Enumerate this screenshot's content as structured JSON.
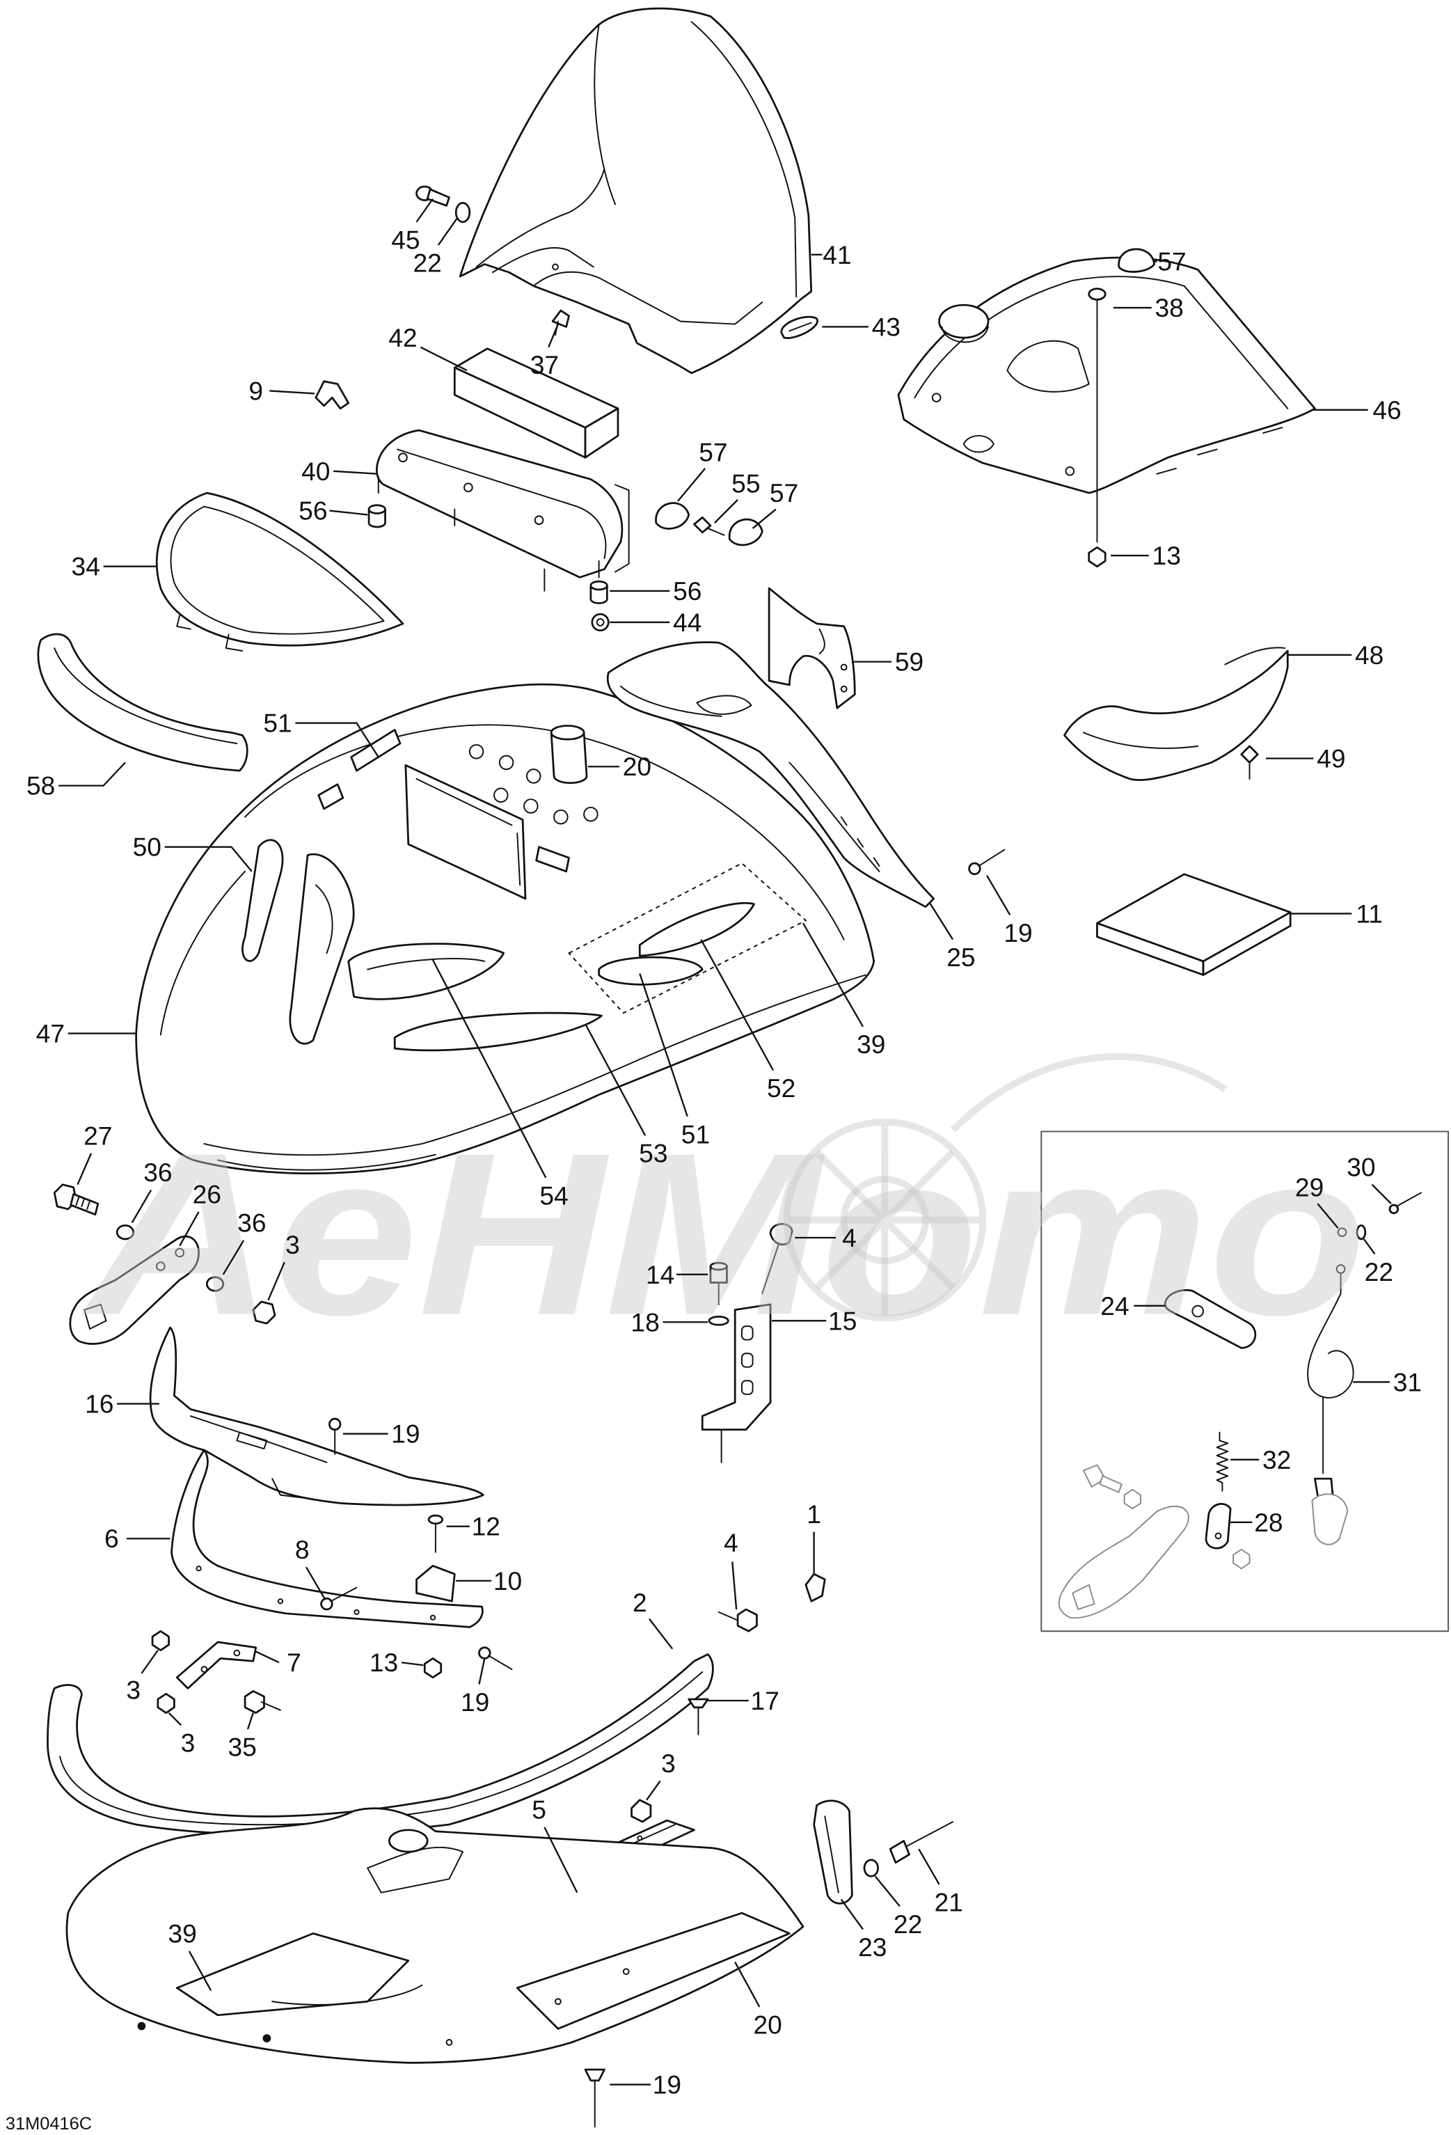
{
  "diagram_code": "31M0416C",
  "watermark": "AeHMomo",
  "callouts": [
    "45",
    "22",
    "41",
    "43",
    "37",
    "42",
    "9",
    "40",
    "56",
    "34",
    "57",
    "55",
    "57",
    "56",
    "44",
    "57",
    "38",
    "46",
    "13",
    "59",
    "48",
    "49",
    "51",
    "20",
    "58",
    "50",
    "19",
    "25",
    "11",
    "47",
    "39",
    "52",
    "51",
    "53",
    "54",
    "27",
    "36",
    "26",
    "36",
    "3",
    "4",
    "14",
    "18",
    "15",
    "16",
    "19",
    "12",
    "6",
    "8",
    "10",
    "1",
    "4",
    "2",
    "3",
    "7",
    "13",
    "19",
    "17",
    "3",
    "35",
    "3",
    "5",
    "21",
    "22",
    "23",
    "39",
    "20",
    "19",
    "29",
    "30",
    "22",
    "24",
    "31",
    "32",
    "28"
  ]
}
